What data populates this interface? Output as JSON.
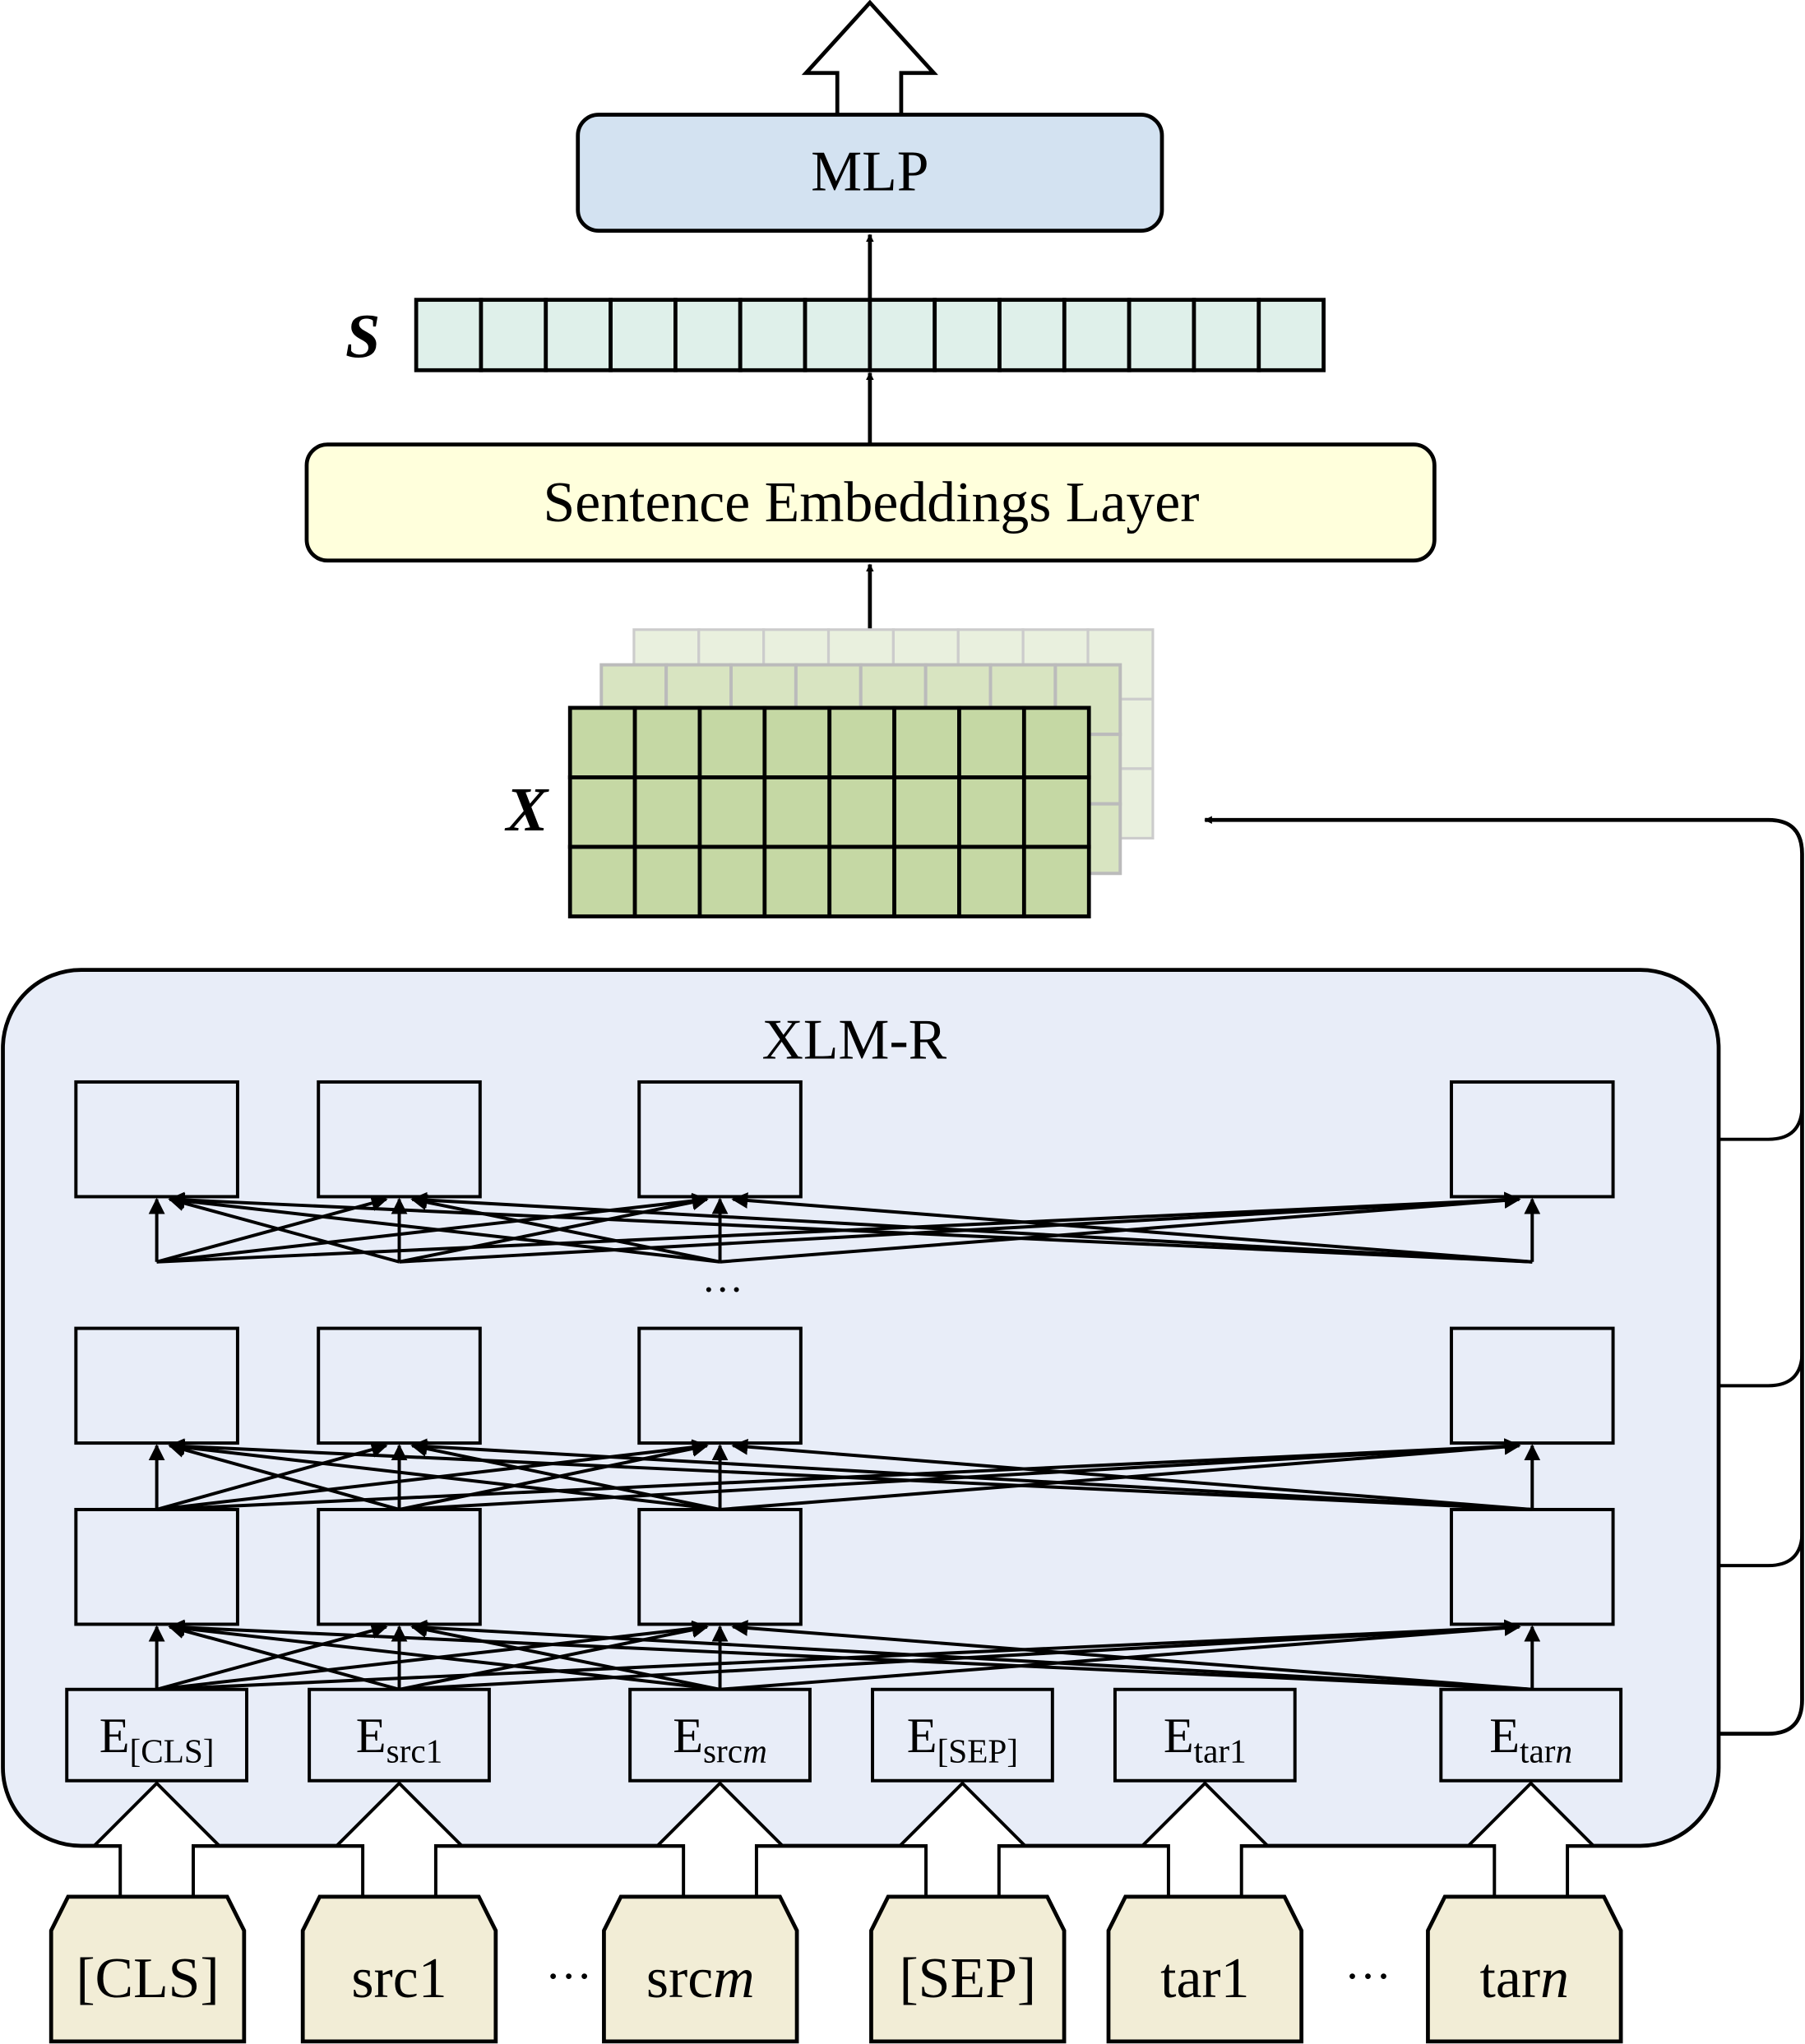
{
  "diagram": {
    "output_label": "",
    "mlp": {
      "label": "MLP",
      "fill": "#d3e2f1"
    },
    "sentence_vector": {
      "label": "S",
      "cells": 14,
      "fill": "#dff0ea"
    },
    "sentence_embeddings_layer": {
      "label": "Sentence Embeddings Layer",
      "fill": "#ffffdc"
    },
    "hidden_states": {
      "label": "X",
      "rows": 3,
      "cols": 8,
      "front_fill": "#c5d8a4",
      "mid_fill": "#d8e4c1",
      "back_fill": "#e9f0de"
    },
    "encoder": {
      "label": "XLM-R",
      "fill": "#e8edf8",
      "ellipsis": "···",
      "embeddings": [
        {
          "base": "E",
          "sub": "[CLS]",
          "sub_italic": ""
        },
        {
          "base": "E",
          "sub": "src1",
          "sub_italic": ""
        },
        {
          "base": "E",
          "sub": "src",
          "sub_italic": "m"
        },
        {
          "base": "E",
          "sub": "[SEP]",
          "sub_italic": ""
        },
        {
          "base": "E",
          "sub": "tar1",
          "sub_italic": ""
        },
        {
          "base": "E",
          "sub": "tar",
          "sub_italic": "n"
        }
      ]
    },
    "tokens": [
      {
        "text": "[CLS]",
        "italic": ""
      },
      {
        "text": "src1",
        "italic": ""
      },
      {
        "text": "src",
        "italic": "m"
      },
      {
        "text": "[SEP]",
        "italic": ""
      },
      {
        "text": "tar1",
        "italic": ""
      },
      {
        "text": "tar",
        "italic": "n"
      }
    ],
    "token_ellipses": [
      "···",
      "···"
    ],
    "token_fill": "#f2edd6"
  }
}
